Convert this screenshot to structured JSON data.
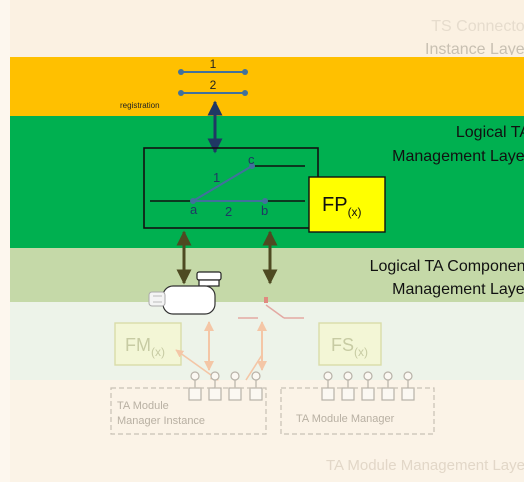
{
  "layers": [
    {
      "name_l1": "TS Connector",
      "name_l2": "Instance Layer",
      "color": "#fbf1e2",
      "text_color": "#e6dccd"
    },
    {
      "color": "#ffc000"
    },
    {
      "name_l1": "Logical TA",
      "name_l2": "Management Layer",
      "color": "#00b050",
      "text_color": "#111111"
    },
    {
      "name_l1": "Logical TA Component",
      "name_l2": "Management Layer",
      "color": "#c5d9a8",
      "text_color": "#111111"
    },
    {
      "color": "#edf3e9"
    },
    {
      "name": "TA Module Management Layer",
      "color": "#fbf3e7",
      "text_color": "#e2d7c8"
    }
  ],
  "registration": {
    "label": "registration",
    "channel1": "1",
    "channel2": "2"
  },
  "switch_box": {
    "channel1": "1",
    "channel2": "2",
    "node_a": "a",
    "node_b": "b",
    "node_c": "c"
  },
  "fp": {
    "label": "FP",
    "sub": "(x)",
    "color": "#ffff00"
  },
  "fm": {
    "label": "FM",
    "sub": "(x)"
  },
  "fs": {
    "label": "FS",
    "sub": "(x)"
  },
  "modules": [
    {
      "label_l1": "TA Module",
      "label_l2": "Manager Instance"
    },
    {
      "label_l1": "TA Module Manager",
      "label_l2": ""
    }
  ],
  "colors": {
    "line_blue": "#41719c",
    "arrow_navy": "#1f3864",
    "arrow_olive": "#4e4a22",
    "faded_arrow": "#f4c6a6",
    "switch_red": "#e3a9a3"
  }
}
